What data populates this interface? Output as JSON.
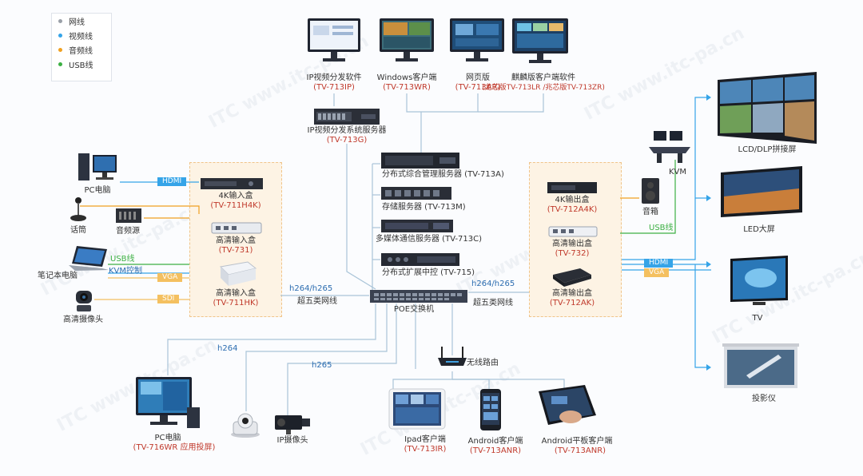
{
  "legend": [
    {
      "label": "网线",
      "color": "#9aa0a8"
    },
    {
      "label": "视频线",
      "color": "#35a4e8"
    },
    {
      "label": "音频线",
      "color": "#f0a020"
    },
    {
      "label": "USB线",
      "color": "#3cb043"
    }
  ],
  "watermark": "ITC www.itc-pa.cn",
  "clients_top": [
    {
      "name": "IP视频分发软件",
      "model": "(TV-713IP)"
    },
    {
      "name": "Windows客户端",
      "model": "(TV-713WR)"
    },
    {
      "name": "网页版",
      "model": "(TV-713AR)"
    },
    {
      "name": "麒麟版客户端软件",
      "model": "(龙芯版TV-713LR /兆芯版TV-713ZR)"
    }
  ],
  "ip_server": {
    "name": "IP视频分发系统服务器",
    "model": "(TV-713G)"
  },
  "center_servers": [
    {
      "text": "分布式综合管理服务器 (TV-713A)"
    },
    {
      "text": "存储服务器 (TV-713M)"
    },
    {
      "text": "多媒体通信服务器 (TV-713C)"
    },
    {
      "text": "分布式扩展中控 (TV-715)"
    }
  ],
  "poe_switch": "POE交换机",
  "left_sources": {
    "pc": "PC电脑",
    "mic": "话筒",
    "audio_source": "音频源",
    "laptop": "笔记本电脑",
    "camera": "高清摄像头"
  },
  "left_tags": {
    "hdmi": "HDMI",
    "vga": "VGA",
    "sdi": "SDI",
    "usb": "USB线",
    "kvm": "KVM控制"
  },
  "input_boxes": [
    {
      "name": "4K输入盒",
      "model": "(TV-711H4K)"
    },
    {
      "name": "高清输入盒",
      "model": "(TV-731)"
    },
    {
      "name": "高清输入盒",
      "model": "(TV-711HK)"
    }
  ],
  "output_boxes": [
    {
      "name": "4K输出盒",
      "model": "(TV-712A4K)"
    },
    {
      "name": "高清输出盒",
      "model": "(TV-732)"
    },
    {
      "name": "高清输出盒",
      "model": "(TV-712AK)"
    }
  ],
  "links": {
    "left_codec": "h264/h265",
    "left_cable": "超五类网线",
    "right_codec": "h264/h265",
    "right_cable": "超五类网线",
    "pc_codec": "h264",
    "ipcam_codec": "h265"
  },
  "right_devices": {
    "kvm": "KVM",
    "speaker": "音箱",
    "usb": "USB线",
    "hdmi": "HDMI",
    "vga": "VGA",
    "lcd": "LCD/DLP拼接屏",
    "led": "LED大屏",
    "tv": "TV",
    "projector": "投影仪"
  },
  "bottom_devices": {
    "pc": {
      "name": "PC电脑",
      "model": "(TV-716WR 应用投屏)"
    },
    "ipcam": "IP摄像头",
    "router": "无线路由",
    "ipad": {
      "name": "Ipad客户端",
      "model": "(TV-713IR)"
    },
    "android": {
      "name": "Android客户端",
      "model": "(TV-713ANR)"
    },
    "tablet": {
      "name": "Android平板客户端",
      "model": "(TV-713ANR)"
    }
  }
}
